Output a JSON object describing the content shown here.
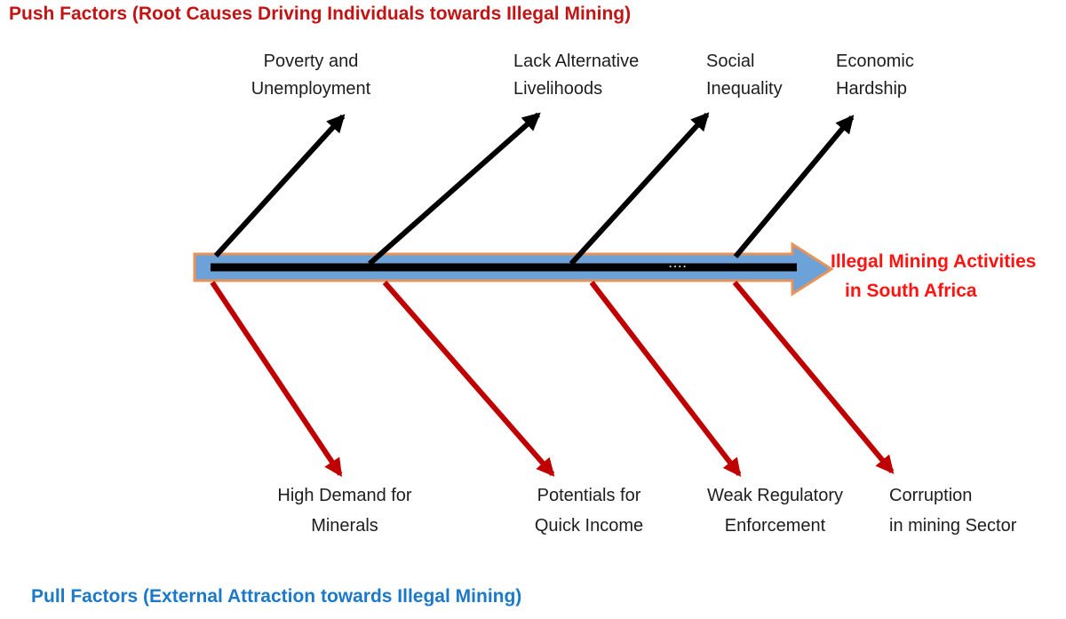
{
  "diagram": {
    "push_section": {
      "title": "Push Factors (Root Causes Driving Individuals towards Illegal Mining)",
      "title_color": "#C21414"
    },
    "pull_section": {
      "title": "Pull Factors (External Attraction towards Illegal Mining)",
      "title_color": "#1B79C8"
    },
    "spine": {
      "label_line1": "Illegal Mining Activities",
      "label_line2": "in South Africa",
      "label_color": "#FF1412",
      "dots": "....",
      "fill_color": "#6CA2D8",
      "border_color": "#E8935A",
      "center_line_color": "#000000"
    },
    "push_factors": [
      {
        "line1": "Poverty and",
        "line2": "Unemployment"
      },
      {
        "line1": "Lack Alternative",
        "line2": "Livelihoods"
      },
      {
        "line1": "Social",
        "line2": "Inequality"
      },
      {
        "line1": "Economic",
        "line2": "Hardship"
      }
    ],
    "pull_factors": [
      {
        "line1": "High Demand for",
        "line2": "Minerals"
      },
      {
        "line1": "Potentials for",
        "line2": "Quick Income"
      },
      {
        "line1": "Weak Regulatory",
        "line2": "Enforcement"
      },
      {
        "line1": "Corruption",
        "line2": "in mining Sector"
      }
    ],
    "arrow_colors": {
      "push_arrows": "#000000",
      "pull_arrows": "#C00000"
    }
  }
}
